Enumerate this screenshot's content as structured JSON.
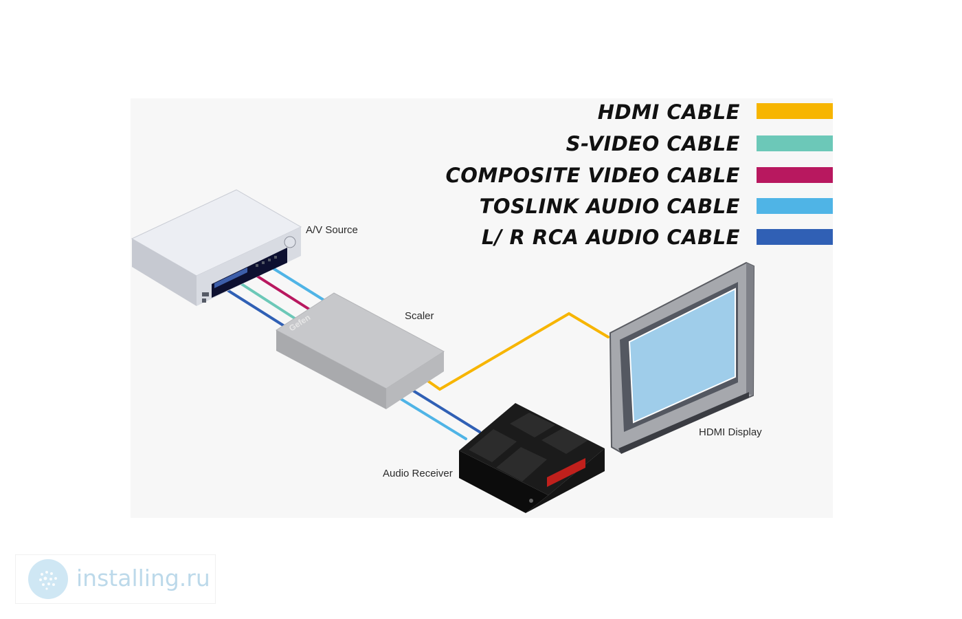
{
  "legend": [
    {
      "label": "HDMI CABLE",
      "color": "#F7B500"
    },
    {
      "label": "S-VIDEO CABLE",
      "color": "#6CC8B8"
    },
    {
      "label": "COMPOSITE VIDEO CABLE",
      "color": "#B8185F"
    },
    {
      "label": "TOSLINK AUDIO CABLE",
      "color": "#4FB4E6"
    },
    {
      "label": "L/ R RCA AUDIO CABLE",
      "color": "#3060B5"
    }
  ],
  "devices": {
    "av_source": "A/V Source",
    "scaler": "Scaler",
    "hdmi_display": "HDMI Display",
    "audio_receiver": "Audio Receiver"
  },
  "scaler_brand": "Gefen",
  "watermark": {
    "text": "installing.ru",
    "logo_icon": "installing-ru-logo-icon"
  }
}
